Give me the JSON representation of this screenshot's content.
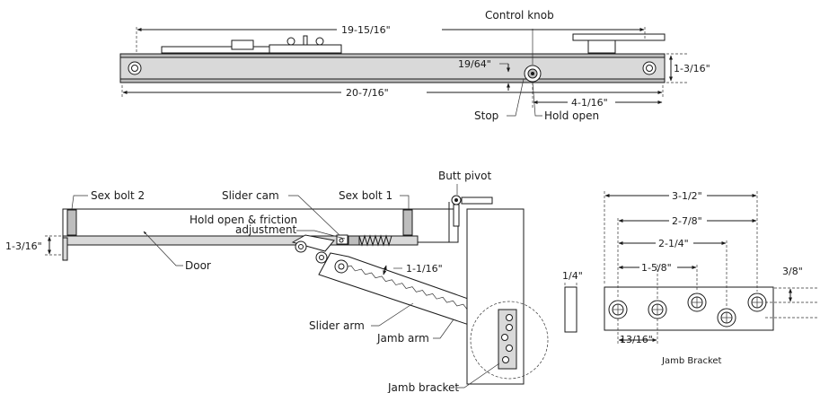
{
  "top_view": {
    "overall_length": "19-15/16\"",
    "body_length": "20-7/16\"",
    "height": "1-3/16\"",
    "knob_offset": "19/64\"",
    "knob_distance": "4-1/16\"",
    "control_knob": "Control knob",
    "stop": "Stop",
    "hold_open": "Hold open"
  },
  "installed_view": {
    "butt_pivot": "Butt pivot",
    "sex_bolt_2": "Sex bolt 2",
    "sex_bolt_1": "Sex bolt 1",
    "slider_cam": "Slider cam",
    "hold_open_friction": "Hold open & friction",
    "adjustment": "adjustment",
    "height": "1-3/16\"",
    "door": "Door",
    "arm_width": "1-1/16\"",
    "slider_arm": "Slider arm",
    "jamb_arm": "Jamb arm",
    "jamb_bracket": "Jamb bracket"
  },
  "bracket_view": {
    "title": "Jamb Bracket",
    "thickness": "1/4\"",
    "dim_outer": "3-1/2\"",
    "dim_2": "2-7/8\"",
    "dim_3": "2-1/4\"",
    "dim_4": "1-5/8\"",
    "dim_vertical": "3/8\"",
    "dim_bottom": "13/16\""
  }
}
